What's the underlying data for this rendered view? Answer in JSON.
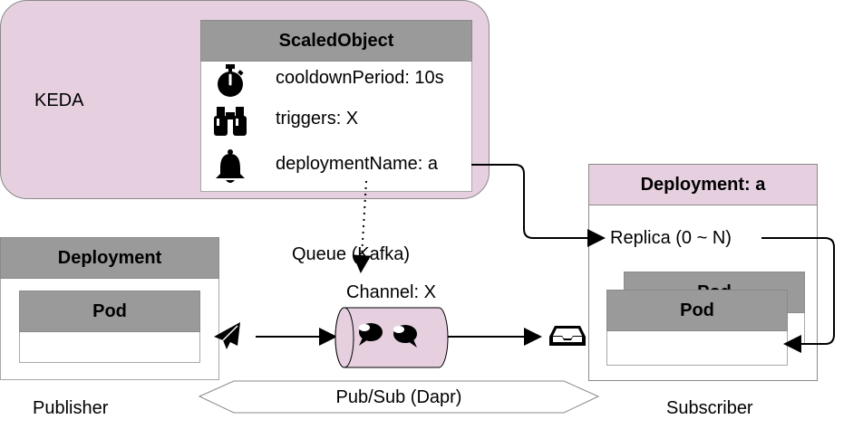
{
  "keda": {
    "label": "KEDA"
  },
  "scaled_object": {
    "title": "ScaledObject",
    "rows": [
      {
        "icon": "stopwatch-icon",
        "label": "cooldownPeriod: 10s"
      },
      {
        "icon": "binoculars-icon",
        "label": "triggers: X"
      },
      {
        "icon": "bell-icon",
        "label": "deploymentName: a"
      }
    ]
  },
  "publisher": {
    "deployment_title": "Deployment",
    "pod_title": "Pod",
    "caption": "Publisher"
  },
  "queue": {
    "label": "Queue (Kafka)",
    "channel_label": "Channel: X"
  },
  "subscriber": {
    "deployment_title": "Deployment: a",
    "replica_label": "Replica (0 ~ N)",
    "pod_back_title": "Pod",
    "pod_title": "Pod",
    "caption": "Subscriber"
  },
  "pubsub": {
    "label": "Pub/Sub (Dapr)"
  },
  "colors": {
    "keda_bg": "#e6d0e0",
    "header_grey": "#9a9a9a",
    "border_grey": "#a8a8a8"
  }
}
